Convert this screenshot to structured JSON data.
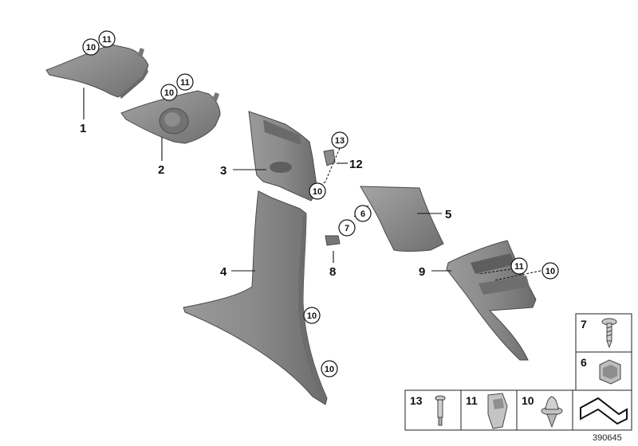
{
  "callouts": [
    "1",
    "2",
    "3",
    "4",
    "5",
    "8",
    "9",
    "12"
  ],
  "circled": [
    "10",
    "11",
    "10",
    "11",
    "13",
    "10",
    "6",
    "7",
    "11",
    "10",
    "10",
    "10"
  ],
  "legend": [
    "7",
    "6",
    "13",
    "11",
    "10"
  ],
  "reference": "390645",
  "colors": {
    "part": "#8a8a8a",
    "part_dark": "#5e5e5e",
    "line": "#111111"
  }
}
